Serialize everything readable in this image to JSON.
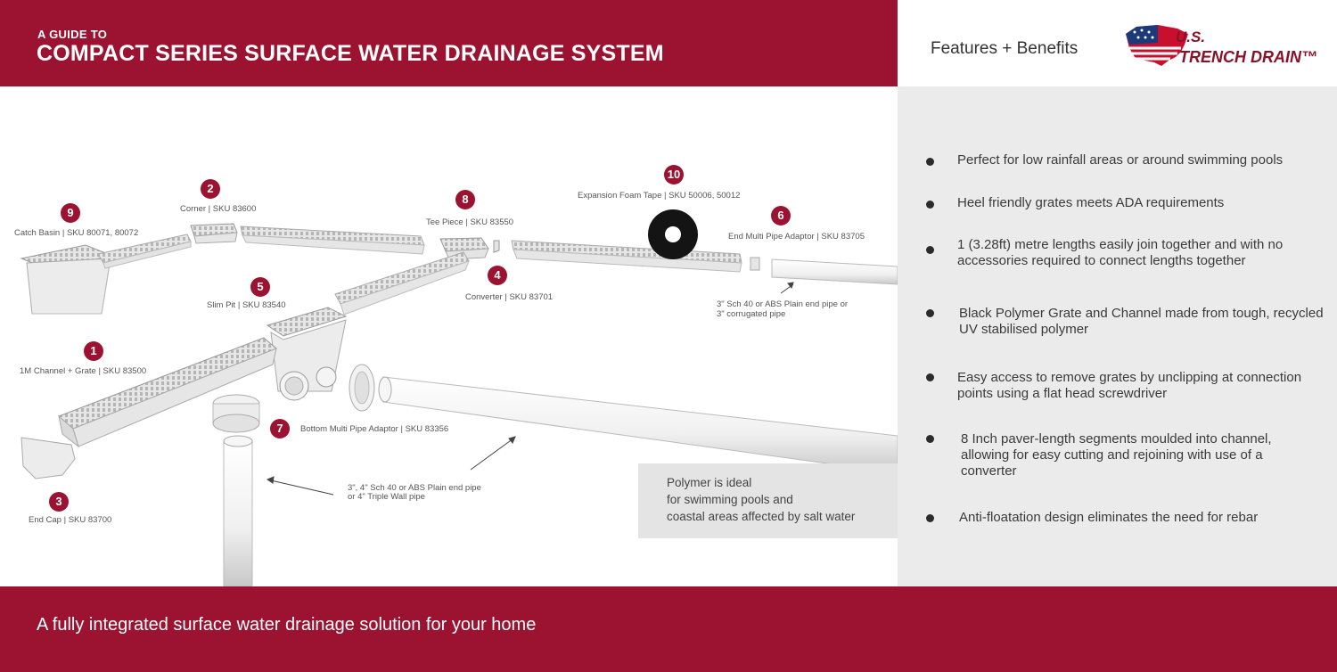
{
  "header": {
    "guide_label": "A GUIDE TO",
    "title": "COMPACT SERIES SURFACE WATER DRAINAGE SYSTEM"
  },
  "features": {
    "title": "Features + Benefits",
    "logo_us": "U.S.",
    "logo_name": "TRENCH DRAIN™",
    "items": [
      "Perfect for low rainfall areas or around swimming pools",
      "Heel friendly grates meets ADA requirements",
      "1 (3.28ft) metre lengths easily join together and with no accessories required to connect lengths together",
      "Black Polymer Grate and Channel made from tough, recycled UV stabilised polymer",
      "Easy access to remove grates by unclipping at connection points using a flat head screwdriver",
      "8 Inch paver-length segments moulded into channel, allowing for easy cutting and rejoining with use of a converter",
      "Anti-floatation design eliminates the need for rebar"
    ]
  },
  "parts": [
    {
      "num": "1",
      "label": "1M Channel + Grate  |  SKU  83500"
    },
    {
      "num": "2",
      "label": "Corner  |  SKU 83600"
    },
    {
      "num": "3",
      "label": "End Cap  |  SKU  83700"
    },
    {
      "num": "4",
      "label": "Converter  |  SKU 83701"
    },
    {
      "num": "5",
      "label": "Slim Pit  |  SKU 83540"
    },
    {
      "num": "6",
      "label": "End Multi Pipe Adaptor  |  SKU 83705"
    },
    {
      "num": "7",
      "label": "Bottom Multi Pipe Adaptor  |  SKU  83356"
    },
    {
      "num": "8",
      "label": "Tee Piece  |  SKU 83550"
    },
    {
      "num": "9",
      "label": "Catch Basin   |  SKU 80071, 80072"
    },
    {
      "num": "10",
      "label": "Expansion Foam Tape  |  SKU 50006, 50012"
    }
  ],
  "pipe_notes": {
    "end_pipe_line1": "3\" Sch 40 or ABS Plain end pipe or",
    "end_pipe_line2": "3\" corrugated pipe",
    "bottom_pipe_line1": "3\", 4\" Sch 40 or ABS Plain end pipe",
    "bottom_pipe_line2": "or 4\" Triple Wall pipe"
  },
  "polymer_note": {
    "line1": "Polymer is ideal",
    "line2": "for swimming pools and",
    "line3": "coastal areas affected by salt water"
  },
  "footer": {
    "tagline": "A fully integrated surface water drainage solution for your home"
  },
  "colors": {
    "brand_red": "#9b1330",
    "panel_grey": "#ebebeb"
  }
}
